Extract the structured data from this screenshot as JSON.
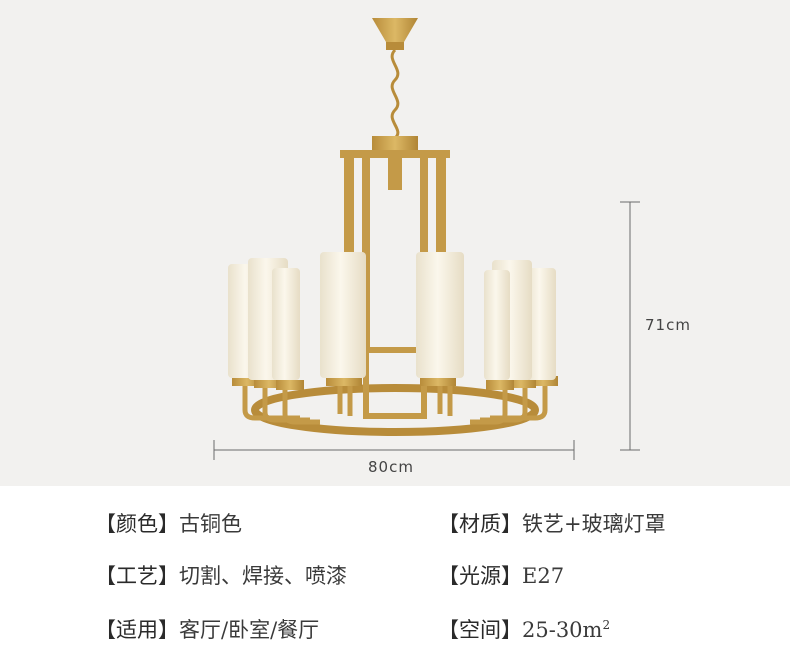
{
  "dimensions": {
    "width": "80cm",
    "height": "71cm"
  },
  "specs": [
    {
      "label": "【颜色】",
      "value": "古铜色"
    },
    {
      "label": "【材质】",
      "value": "铁艺+玻璃灯罩"
    },
    {
      "label": "【工艺】",
      "value": "切割、焊接、喷漆"
    },
    {
      "label": "【光源】",
      "value": "E27"
    },
    {
      "label": "【适用】",
      "value": "客厅/卧室/餐厅"
    },
    {
      "label": "【空间】",
      "value": "25-30m",
      "sup": "2"
    }
  ],
  "colors": {
    "background": "#f2f1ef",
    "metal": "#c9a24e",
    "glass": "#f7f1e2"
  }
}
